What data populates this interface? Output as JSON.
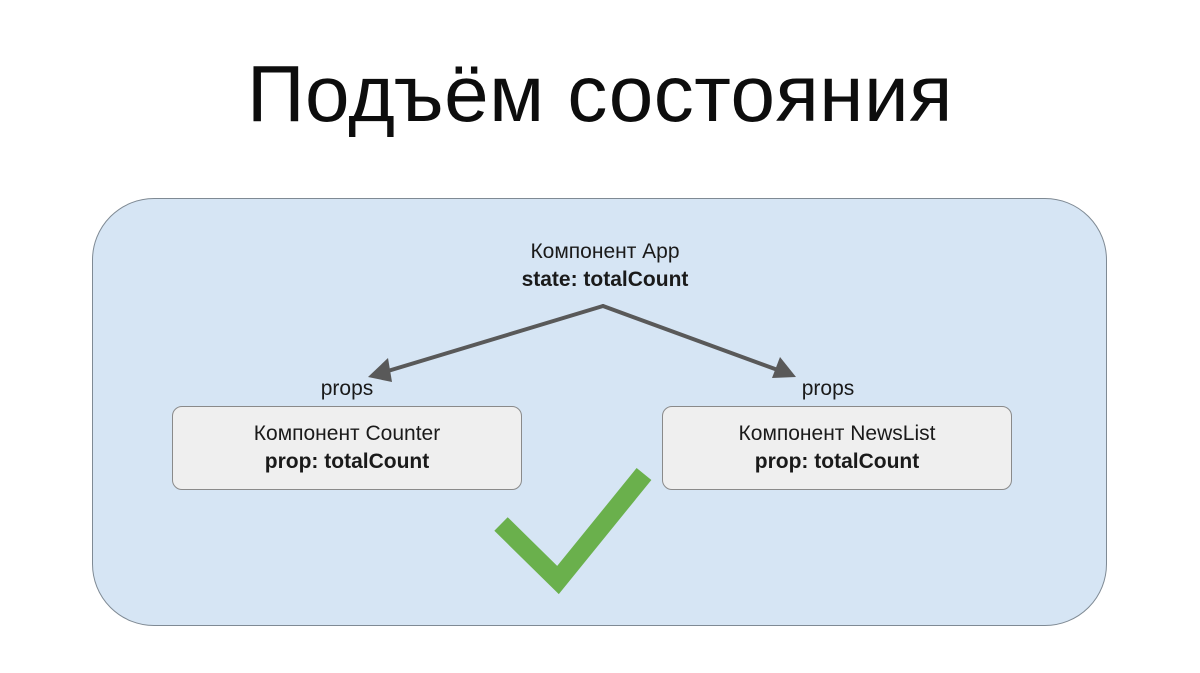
{
  "slide": {
    "title": "Подъём состояния"
  },
  "diagram": {
    "app": {
      "name": "Компонент App",
      "field": "state: totalCount"
    },
    "children": [
      {
        "name": "Компонент Counter",
        "field": "prop: totalCount",
        "edge_label": "props"
      },
      {
        "name": "Компонент NewsList",
        "field": "prop: totalCount",
        "edge_label": "props"
      }
    ],
    "colors": {
      "panel": "#d6e5f4",
      "box": "#efefef",
      "arrow": "#595959",
      "check": "#6ab04c"
    },
    "status_icon": "check-icon"
  }
}
